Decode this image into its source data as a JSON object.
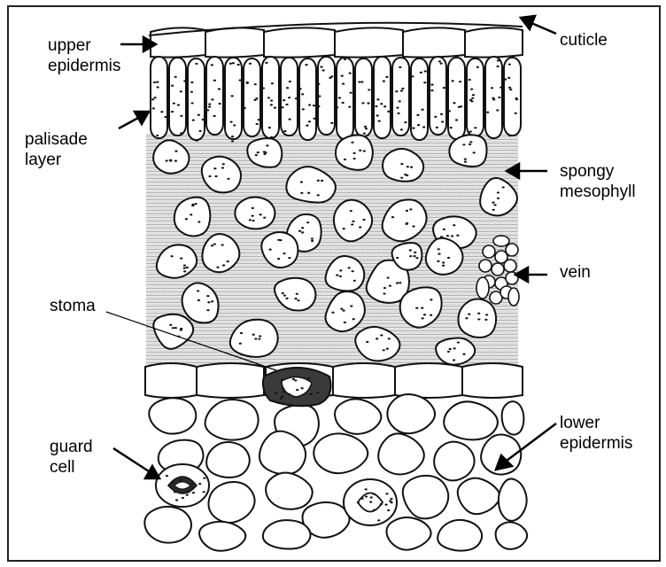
{
  "labels": {
    "upper_epidermis": [
      "upper",
      "epidermis"
    ],
    "palisade_layer": [
      "palisade",
      "layer"
    ],
    "cuticle": [
      "cuticle"
    ],
    "spongy_mesophyll": [
      "spongy",
      "mesophyll"
    ],
    "vein": [
      "vein"
    ],
    "stoma": [
      "stoma"
    ],
    "guard_cell": [
      "guard",
      "cell"
    ],
    "lower_epidermis": [
      "lower",
      "epidermis"
    ]
  },
  "colors": {
    "ink": "#111111",
    "paper": "#ffffff",
    "shade": "#cfcfcf"
  }
}
